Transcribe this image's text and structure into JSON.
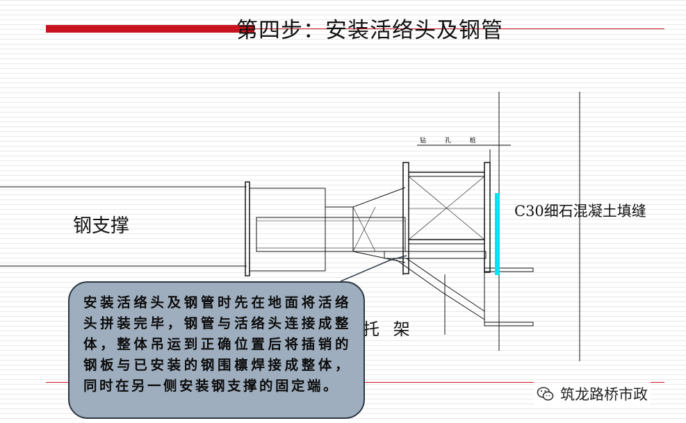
{
  "slide": {
    "title": "第四步：安装活络头及钢管"
  },
  "diagram": {
    "steel_support_label": "钢支撑",
    "c30_label": "C30细石混凝土填缝",
    "bracket_label": "托 架",
    "drill_pile_label": "钻 孔 桩",
    "accent_color": "#c8141e",
    "concrete_fill_color": "#00e5f0"
  },
  "callout": {
    "text": "安装活络头及钢管时先在地面将活络头拼装完毕，钢管与活络头连接成整体，整体吊运到正确位置后将插销的钢板与已安装的钢围檩焊接成整体，同时在另一侧安装钢支撑的固定端。",
    "background": "#9faebe"
  },
  "watermark": {
    "icon": "wechat-icon",
    "text": "筑龙路桥市政"
  }
}
